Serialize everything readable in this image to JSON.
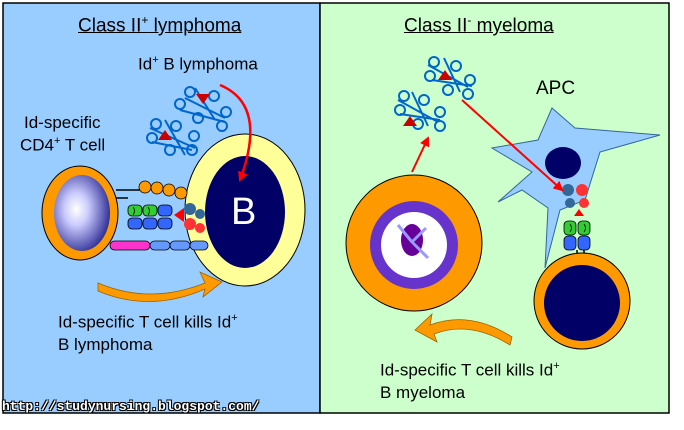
{
  "left_panel": {
    "title_main": "Class II",
    "title_sup": "+",
    "title_rest": " lymphoma",
    "id_b_lymphoma": {
      "main": "Id",
      "sup": "+",
      "rest": " B lymphoma"
    },
    "t_cell_line1": "Id-specific",
    "t_cell_line2": {
      "main": "CD4",
      "sup": "+",
      "rest": " T cell"
    },
    "b_cell_letter": "B",
    "caption_line1": {
      "main": "Id-specific T cell kills Id",
      "sup": "+"
    },
    "caption_line2": "B lymphoma"
  },
  "right_panel": {
    "title_main": "Class II",
    "title_sup": "-",
    "title_rest": " myeloma",
    "apc_label": "APC",
    "caption_line1": {
      "main": "Id-specific T cell kills Id",
      "sup": "+"
    },
    "caption_line2": "B myeloma"
  },
  "watermark": "http://studynursing.blogspot.com/",
  "colors": {
    "left_bg": "#99ccff",
    "right_bg": "#ccffcc",
    "orange": "#ff9900",
    "yellow": "#ffff99",
    "navy": "#000066",
    "purple": "#660099",
    "blue": "#3366ff",
    "red": "#ff0000",
    "apc_blue": "#99ccff"
  }
}
